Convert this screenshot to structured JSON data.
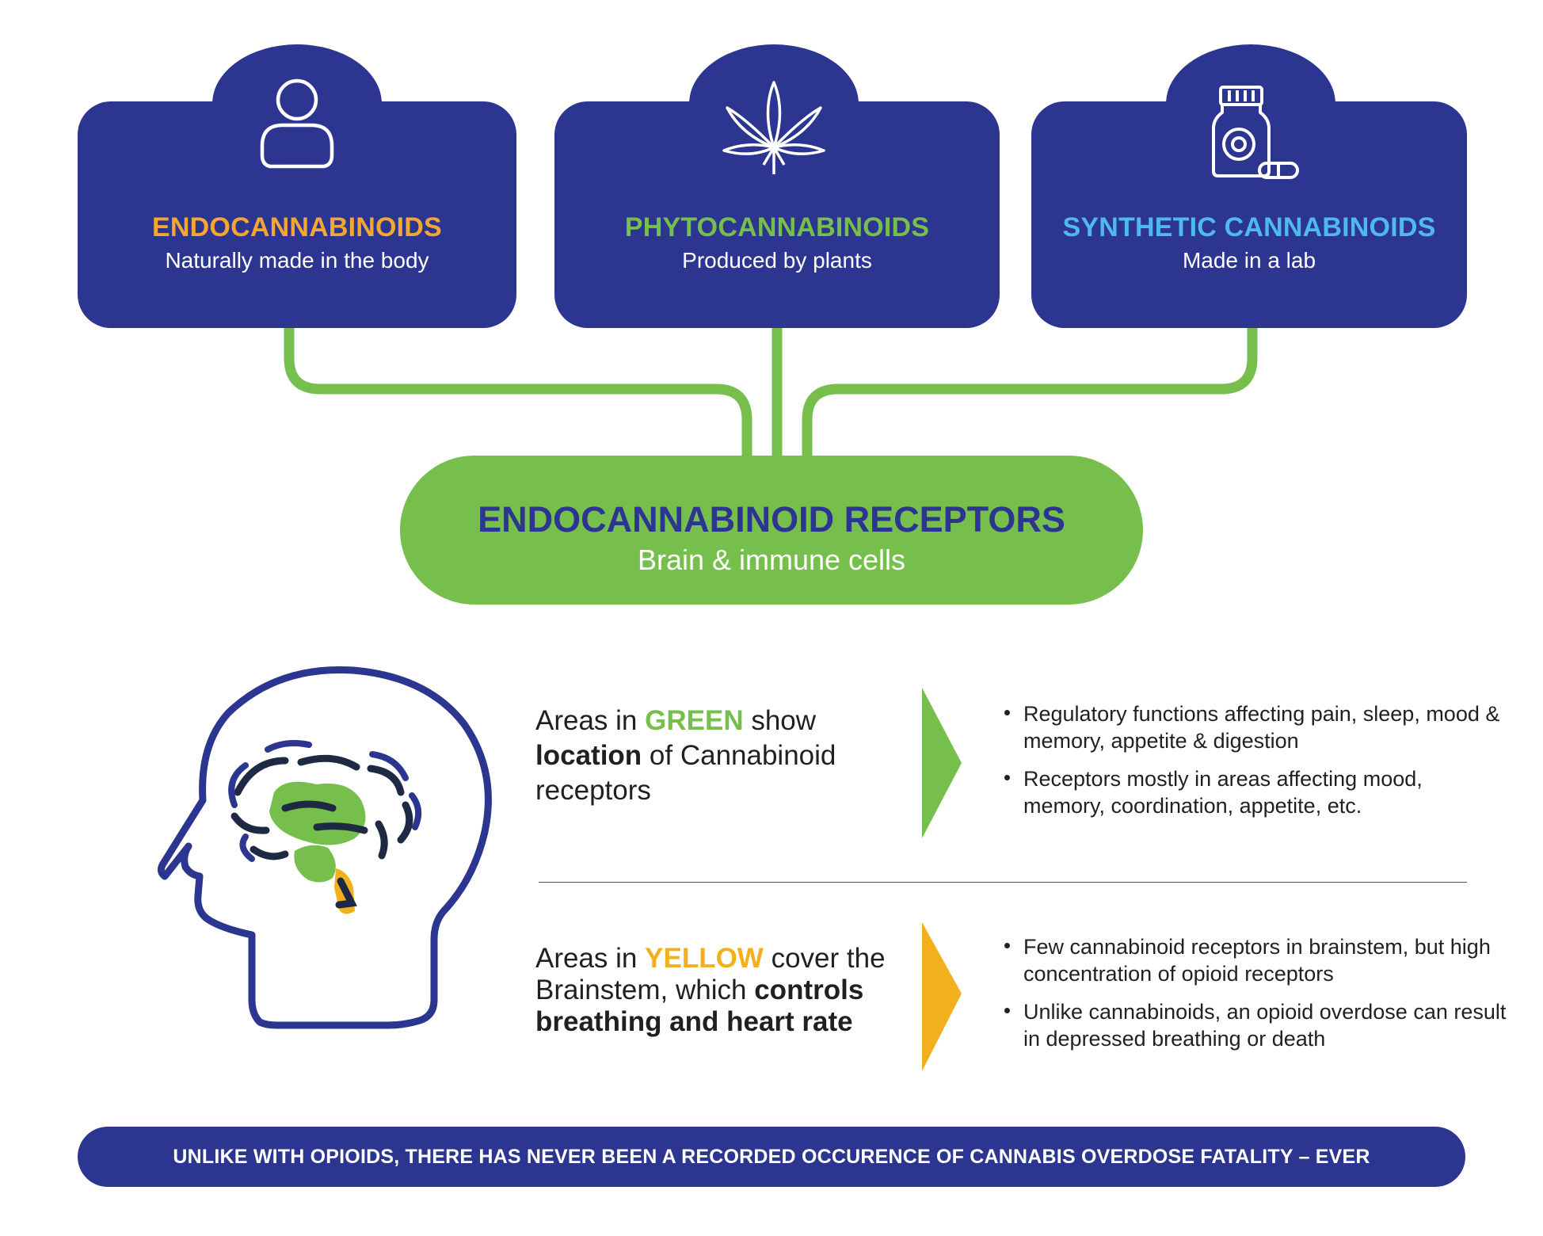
{
  "colors": {
    "navy": "#2c3590",
    "green": "#77bf4d",
    "yellow": "#f2b01e",
    "orange": "#f3a632",
    "light_blue": "#4fb9ee",
    "text": "#231f20"
  },
  "sources": [
    {
      "title": "ENDOCANNABINOIDS",
      "subtitle": "Naturally made in the body",
      "icon": "person-icon",
      "title_color": "#f3a632"
    },
    {
      "title": "PHYTOCANNABINOIDS",
      "subtitle": "Produced by plants",
      "icon": "cannabis-leaf-icon",
      "title_color": "#77bf4d"
    },
    {
      "title": "SYNTHETIC CANNABINOIDS",
      "subtitle": "Made in a lab",
      "icon": "pill-bottle-icon",
      "title_color": "#4fb9ee"
    }
  ],
  "receptors": {
    "title": "ENDOCANNABINOID RECEPTORS",
    "subtitle": "Brain & immune cells"
  },
  "green_section": {
    "lead_part1": "Areas in ",
    "lead_highlight": "GREEN",
    "lead_part2": " show ",
    "lead_bold": "location",
    "lead_part3": " of Cannabinoid receptors",
    "bullets": [
      "Regulatory functions affecting pain, sleep, mood & memory, appetite & digestion",
      "Receptors mostly in areas affecting mood, memory, coordination, appetite, etc."
    ]
  },
  "yellow_section": {
    "lead_part1": "Areas in ",
    "lead_highlight": "YELLOW",
    "lead_part2": " cover the Brainstem, which ",
    "lead_bold": "controls breathing and heart rate",
    "bullets": [
      "Few cannabinoid receptors in brainstem, but high concentration of opioid receptors",
      "Unlike cannabinoids, an opioid overdose can result in depressed breathing or death"
    ]
  },
  "banner": "UNLIKE WITH OPIOIDS, THERE HAS NEVER BEEN A RECORDED OCCURENCE OF CANNABIS OVERDOSE FATALITY – EVER"
}
